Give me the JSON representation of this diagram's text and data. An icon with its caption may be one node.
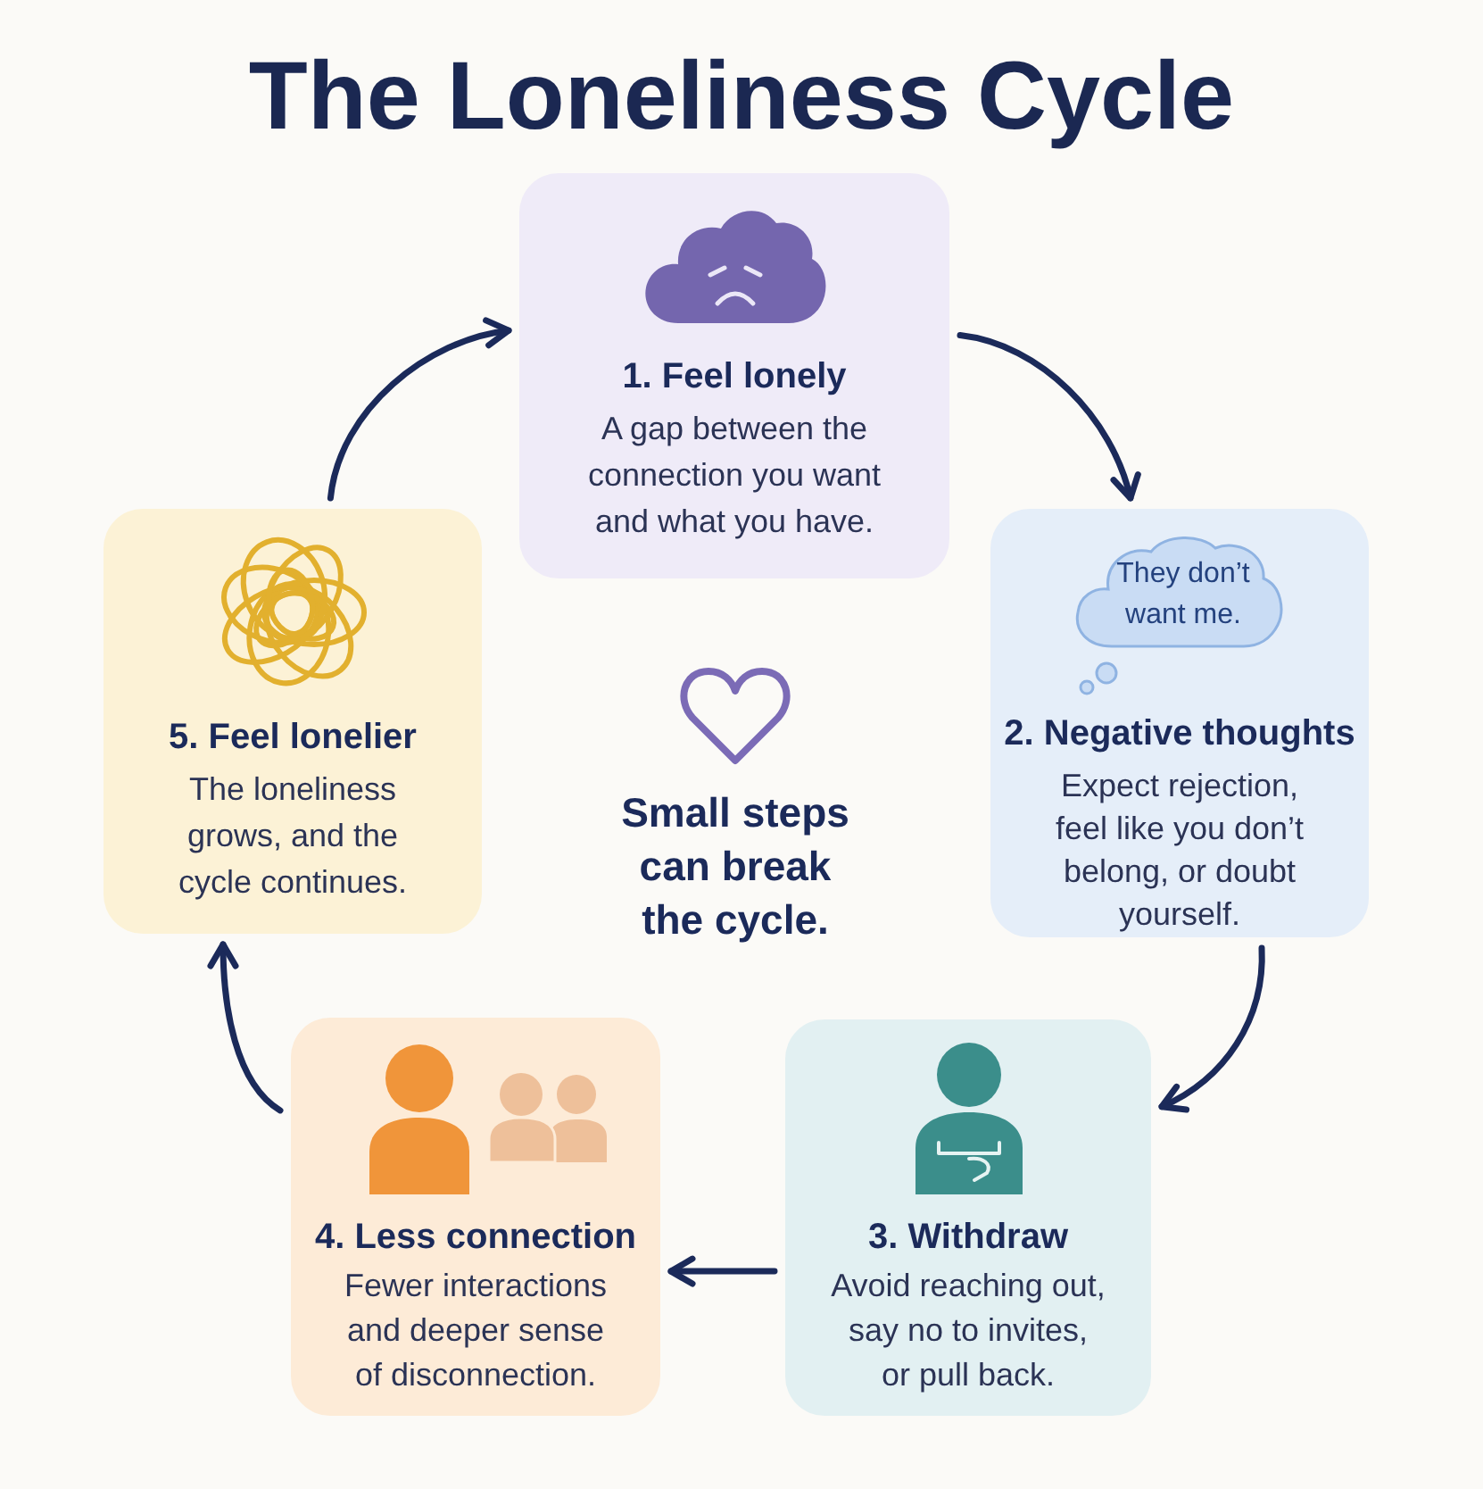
{
  "diagram": {
    "title": "The Loneliness Cycle",
    "nodes": [
      {
        "text": [
          "1. Feel lonely",
          "A gap between the connection you want and what you have."
        ]
      },
      {
        "text": [
          "2. Negative thoughts",
          "Expect rejection, feel like you don’t belong, or doubt yourself."
        ]
      },
      {
        "text": [
          "They don’t want me."
        ],
        "in": 1
      },
      {
        "text": [
          "3. Withdraw",
          "Avoid reaching out, say no to invites, or pull back."
        ]
      },
      {
        "text": [
          "4. Less connection",
          "Fewer interactions and deeper sense of disconnection."
        ]
      },
      {
        "text": [
          "5. Feel lonelier",
          "The loneliness grows, and the cycle continues."
        ]
      }
    ],
    "edges": [
      {
        "from": 0,
        "to": 1,
        "arrow": "to"
      },
      {
        "from": 1,
        "to": 3,
        "arrow": "to"
      },
      {
        "from": 3,
        "to": 4,
        "arrow": "to"
      },
      {
        "from": 4,
        "to": 5,
        "arrow": "to"
      },
      {
        "from": 5,
        "to": 0,
        "arrow": "to"
      }
    ],
    "labels": [
      "Small steps can break the cycle."
    ]
  }
}
